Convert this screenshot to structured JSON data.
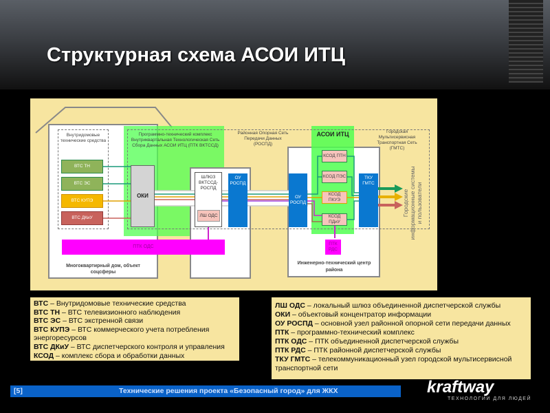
{
  "title": "Структурная схема АСОИ ИТЦ",
  "diagram": {
    "house_title": "Внутридомовые технические средства",
    "vts_th": "ВТС ТН",
    "vts_es": "ВТС ЭС",
    "vts_kupe": "ВТС КУПЭ",
    "vts_dkiu": "ВТС ДКиУ",
    "ptk_label": "Программно-технический комплекс Внутриквартальная Технологическая Сеть Сбора Данных АСОИ ИТЦ (ПТК ВКТССД)",
    "oki": "ОКИ",
    "gateway": "ШЛЮЗ ВКТССД-РОСПД",
    "lsh_ods": "ЛШ ОДС",
    "ou_rospd": "ОУ РОСПД",
    "ou_rospd2": "ОУ РОСПД",
    "ptk_ods": "ПТК ОДС",
    "house_caption": "Многоквартирный дом, объект соцсферы",
    "rospd_label": "Районная Опорная Сеть Передачи Данных (РОСПД)",
    "asoi": "АСОИ ИТЦ",
    "ksod_ptn": "КСОД ПТН",
    "ksod_pes": "КСОД ПЭС",
    "ksod_pkue": "КСОД ПКУЭ",
    "ksod_pdiu": "КСОД ПДиУ",
    "ptk_rds": "ПТК РДС",
    "tku": "ТКУ ГМТС",
    "gmts_label": "Городская Мультисервисная Транспортная Сеть (ГМТС)",
    "itc_caption": "Инженерно-технический центр района",
    "city_users": "Городские информационные системы и пользователи",
    "colors": {
      "green": "#66ff66",
      "blue": "#0a78d0",
      "magenta": "#ff00ff",
      "olive": "#8fb35a",
      "orange": "#f5b800",
      "red": "#c8625c",
      "pink": "#f7c4bc",
      "panel": "#f7e5a0"
    }
  },
  "legend_left": [
    {
      "k": "ВТС",
      "v": " – Внутридомовые технические средства"
    },
    {
      "k": "ВТС ТН",
      "v": "  –  ВТС телевизионного наблюдения"
    },
    {
      "k": "ВТС ЭС",
      "v": "  –  ВТС экстренной связи"
    },
    {
      "k": "ВТС КУПЭ",
      "v": " –  ВТС коммерческого учета потребления энергоресурсов"
    },
    {
      "k": "ВТС ДКиУ",
      "v": " – ВТС диспетчерского контроля и управления"
    },
    {
      "k": "КСОД",
      "v": " – комплекс сбора и обработки данных"
    }
  ],
  "legend_right": [
    {
      "k": "ЛШ ОДС",
      "v": " – локальный шлюз объединенной диспетчерской службы"
    },
    {
      "k": "ОКИ",
      "v": " – объектовый концентратор информации"
    },
    {
      "k": "ОУ РОСПД",
      "v": " – основной узел районной опорной сети передачи данных"
    },
    {
      "k": "ПТК",
      "v": " – программно-технический комплекс"
    },
    {
      "k": "ПТК ОДС",
      "v": " – ПТК объединенной диспетчерской службы"
    },
    {
      "k": "ПТК РДС",
      "v": " – ПТК районной диспетчерской службы"
    },
    {
      "k": "ТКУ ГМТС",
      "v": " – телекоммуникационный узел городской мультисервисной транспортной сети"
    }
  ],
  "footer": {
    "page": "[5]",
    "text": "Технические решения проекта «Безопасный город» для ЖКХ"
  },
  "logo": {
    "name": "kraftway",
    "tagline": "ТЕХНОЛОГИИ ДЛЯ ЛЮДЕЙ"
  }
}
